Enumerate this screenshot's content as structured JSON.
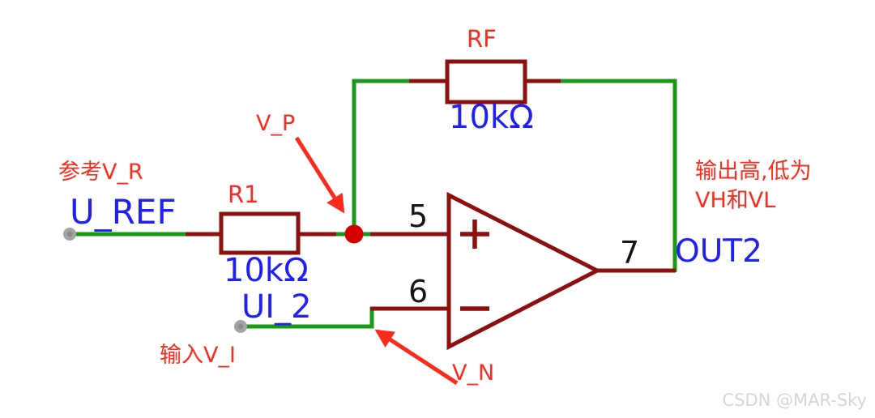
{
  "colors": {
    "wire_green": "#189a18",
    "schematic_dark_red": "#8e0f0f",
    "annotation_red": "#fb2b1d",
    "label_blue": "#2020f0",
    "junction_red": "#d40000",
    "pin_number_black": "#161616",
    "terminal_gray": "#a0a0a0",
    "watermark_gray": "#d5d5d5",
    "background": "#ffffff"
  },
  "schematic": {
    "resistors": [
      {
        "name": "RF",
        "value": "10kΩ"
      },
      {
        "name": "R1",
        "value": "10kΩ"
      }
    ],
    "opamp": {
      "pin_noninverting": "5",
      "pin_inverting": "6",
      "pin_output": "7"
    },
    "net_labels": {
      "reference_input": "U_REF",
      "signal_input": "UI_2",
      "output": "OUT2"
    }
  },
  "annotations": {
    "reference_note": "参考V_R",
    "input_note": "输入V_I",
    "vp_label": "V_P",
    "vn_label": "V_N",
    "output_note_line1": "输出高,低为",
    "output_note_line2": "VH和VL"
  },
  "watermark": "CSDN @MAR-Sky"
}
